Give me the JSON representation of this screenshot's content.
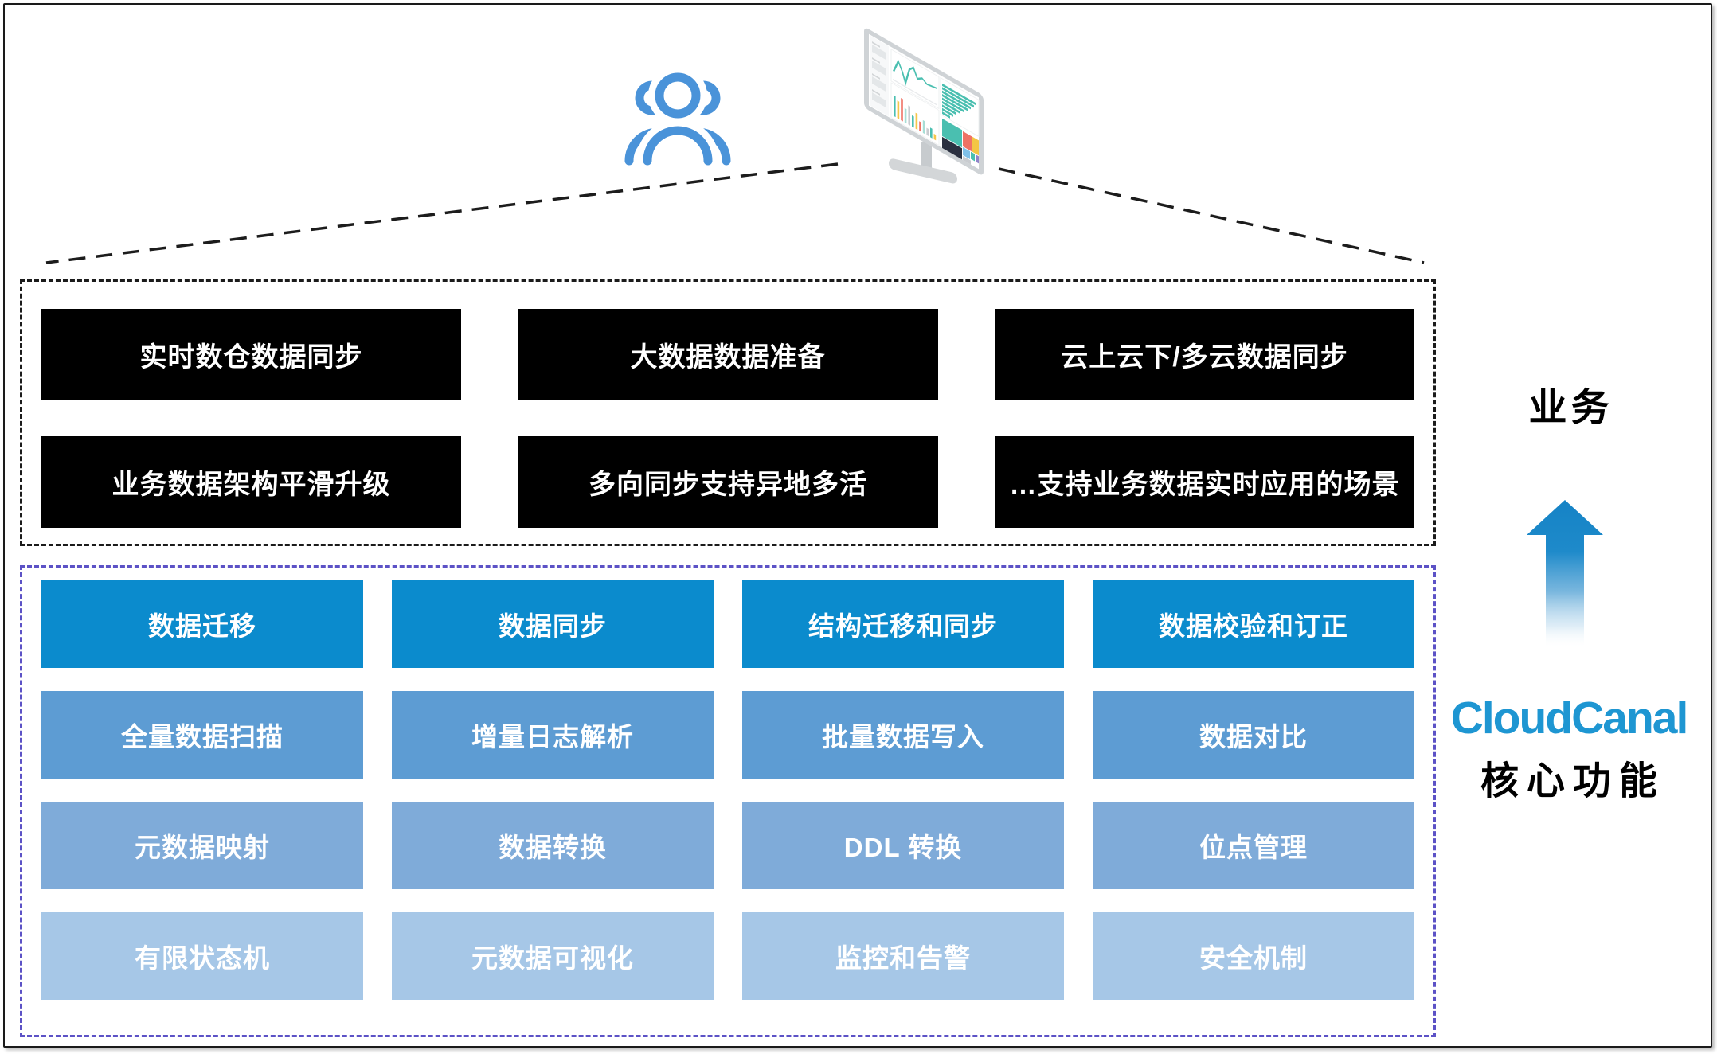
{
  "scenarios": {
    "buttons": [
      "实时数仓数据同步",
      "大数据数据准备",
      "云上云下/多云数据同步",
      "业务数据架构平滑升级",
      "多向同步支持异地多活",
      "…支持业务数据实时应用的场景"
    ],
    "button_bg": "#000000",
    "button_text_color": "#ffffff",
    "border_color": "#1b1b1b"
  },
  "core": {
    "border_color": "#5c52c6",
    "button_text_color": "#ffffff",
    "row_colors": [
      "#0b8bcd",
      "#5d9cd3",
      "#7fabd9",
      "#a6c7e7"
    ],
    "rows": [
      [
        "数据迁移",
        "数据同步",
        "结构迁移和同步",
        "数据校验和订正"
      ],
      [
        "全量数据扫描",
        "增量日志解析",
        "批量数据写入",
        "数据对比"
      ],
      [
        "元数据映射",
        "数据转换",
        "DDL 转换",
        "位点管理"
      ],
      [
        "有限状态机",
        "元数据可视化",
        "监控和告警",
        "安全机制"
      ]
    ]
  },
  "right_panel": {
    "top_label": "业务",
    "logo_text": "CloudCanal",
    "bottom_label": "核心功能",
    "logo_color": "#1e96d2",
    "arrow_color": "#1583c6",
    "label_color": "#000000"
  },
  "icons": {
    "users_group": "users-group-icon",
    "dashboard_monitor": "dashboard-monitor-icon",
    "users_icon_color": "#4a93d9"
  },
  "connectors": {
    "color": "#1c1c1c"
  }
}
